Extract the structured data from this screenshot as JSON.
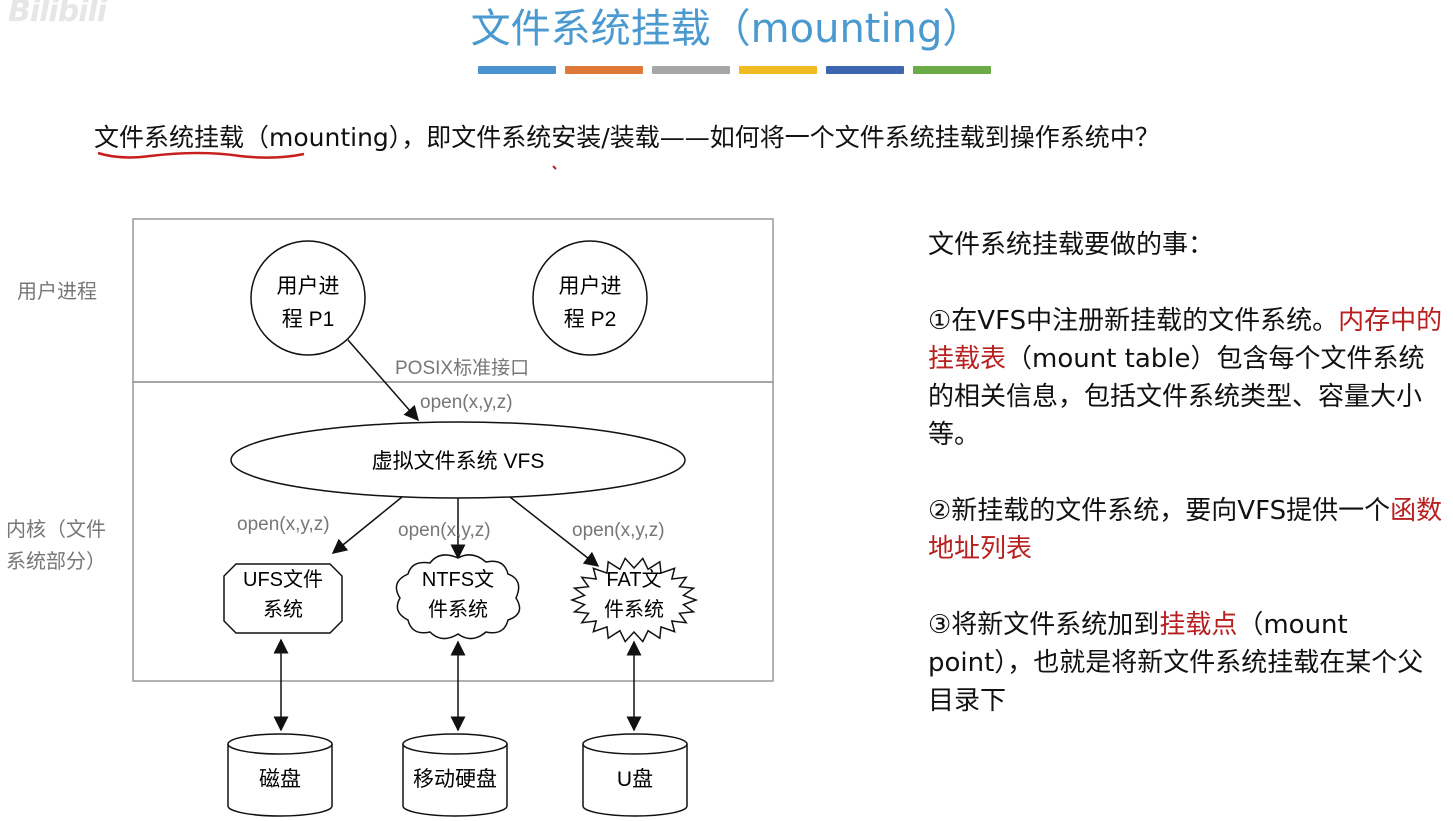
{
  "watermark": "Bilibili",
  "title": "文件系统挂载（mounting）",
  "color_bar": [
    "#4a93d0",
    "#e0783a",
    "#a6a6a6",
    "#f0bb22",
    "#3d66b0",
    "#6aab47"
  ],
  "intro": "文件系统挂载（mounting），即文件系统安装/装载——如何将一个文件系统挂载到操作系统中？",
  "diagram": {
    "label_user": "用户进程",
    "label_kernel_1": "内核（文件",
    "label_kernel_2": "系统部分）",
    "p1_line1": "用户进",
    "p1_line2": "程 P1",
    "p2_line1": "用户进",
    "p2_line2": "程 P2",
    "posix": "POSIX标准接口",
    "open_call": "open(x,y,z)",
    "vfs": "虚拟文件系统 VFS",
    "ufs_1": "UFS文件",
    "ufs_2": "系统",
    "ntfs_1": "NTFS文",
    "ntfs_2": "件系统",
    "fat_1": "FAT文",
    "fat_2": "件系统",
    "disk": "磁盘",
    "hdd": "移动硬盘",
    "usb": "U盘"
  },
  "notes": {
    "heading": "文件系统挂载要做的事：",
    "item1_a": "①在VFS中注册新挂载的文件系统。",
    "item1_red": "内存中的挂载表",
    "item1_b": "（mount table）包含每个文件系统的相关信息，包括文件系统类型、容量大小等。",
    "item2_a": "②新挂载的文件系统，要向VFS提供一个",
    "item2_red": "函数地址列表",
    "item3_a": "③将新文件系统加到",
    "item3_red": "挂载点",
    "item3_b": "（mount point），也就是将新文件系统挂载在某个父目录下"
  }
}
